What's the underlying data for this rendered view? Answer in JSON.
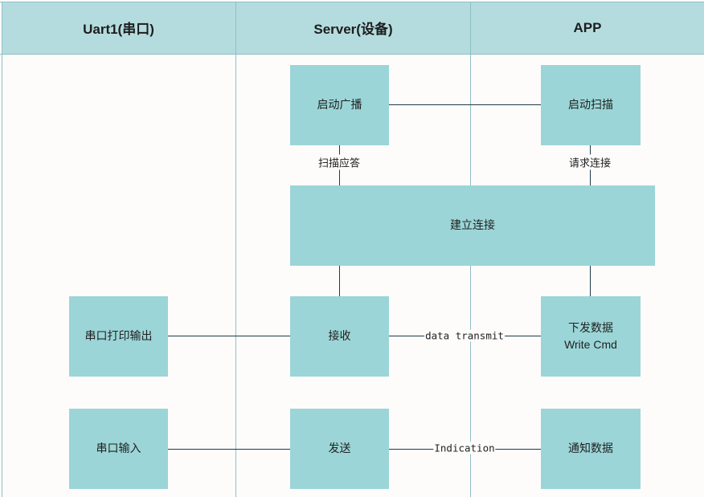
{
  "lanes": {
    "uart": "Uart1(串口)",
    "server": "Server(设备)",
    "app": "APP"
  },
  "nodes": {
    "start_advertising": "启动广播",
    "start_scan": "启动扫描",
    "establish_connection": "建立连接",
    "serial_print_output": "串口打印输出",
    "receive": "接收",
    "send_data": "下发数据",
    "write_cmd": "Write Cmd",
    "serial_input": "串口输入",
    "send": "发送",
    "notify_data": "通知数据"
  },
  "edges": {
    "scan_response": "扫描应答",
    "request_connection": "请求连接",
    "data_transmit": "data transmit",
    "indication": "Indication"
  },
  "colors": {
    "header": "#b4dcdf",
    "node": "#9bd5d7",
    "line": "#1f3a4a",
    "lane_border": "#8fbfc4"
  }
}
